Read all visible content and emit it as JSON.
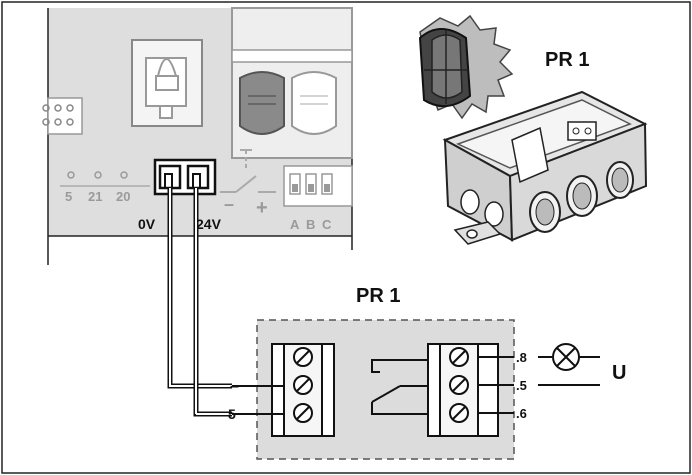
{
  "module_label_top": "PR 1",
  "module_label_box": "PR 1",
  "terminal_0v": "0V",
  "terminal_24v": "24V",
  "board_terminals": [
    "5",
    "21",
    "20"
  ],
  "dip_labels": [
    "A",
    "B",
    "C"
  ],
  "switch_minus": "–",
  "switch_plus": "+",
  "input_terminals": [
    "–",
    "5"
  ],
  "output_terminals": [
    ".8",
    ".5",
    ".6"
  ],
  "lamp_label": "U",
  "icons": [
    "warning-lamp-icon",
    "relay-module-icon",
    "lamp-symbol-icon",
    "relay-contact-icon"
  ]
}
